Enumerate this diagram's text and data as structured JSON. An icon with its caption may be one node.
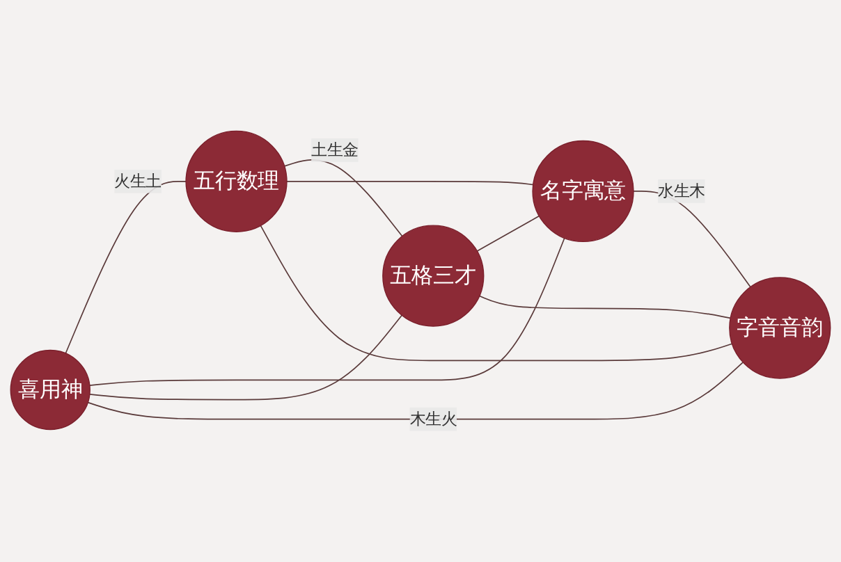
{
  "diagram": {
    "nodes": [
      {
        "text": [
          "喜用神"
        ]
      },
      {
        "text": [
          "字音音韵"
        ]
      },
      {
        "text": [
          "五行数理"
        ]
      },
      {
        "text": [
          "名字寓意"
        ]
      },
      {
        "text": [
          "五格三才"
        ]
      }
    ],
    "edges": [
      {
        "from": 1,
        "to": 0,
        "arrow": "none",
        "label": "木生火"
      },
      {
        "from": 0,
        "to": 2,
        "arrow": "none",
        "label": "火生土"
      },
      {
        "from": 2,
        "to": 4,
        "arrow": "none",
        "label": "土生金"
      },
      {
        "from": 4,
        "to": 3,
        "arrow": "none"
      },
      {
        "from": 3,
        "to": 1,
        "arrow": "none",
        "label": "水生木"
      },
      {
        "from": 0,
        "to": 3,
        "arrow": "none"
      },
      {
        "from": 0,
        "to": 4,
        "arrow": "none"
      },
      {
        "from": 1,
        "to": 2,
        "arrow": "none"
      },
      {
        "from": 1,
        "to": 4,
        "arrow": "none"
      },
      {
        "from": 2,
        "to": 3,
        "arrow": "none"
      }
    ]
  }
}
